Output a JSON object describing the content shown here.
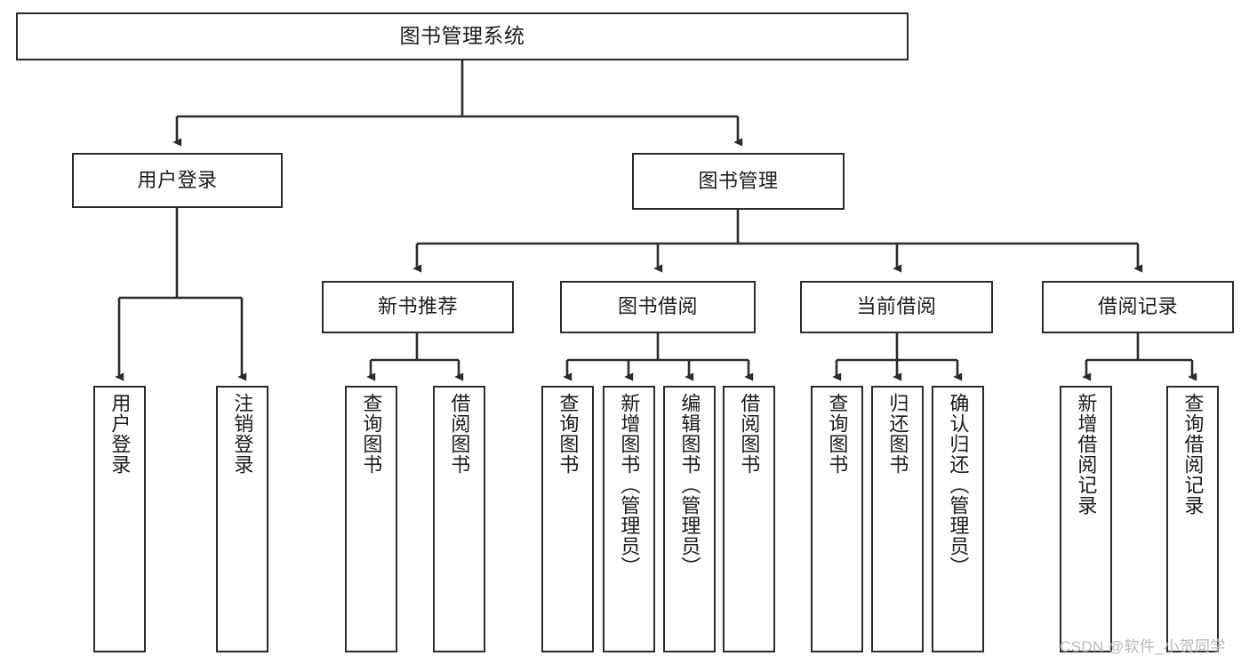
{
  "diagram": {
    "title": "图书管理系统",
    "type": "tree-hierarchy-chart",
    "root": {
      "label": "图书管理系统"
    },
    "level2": [
      {
        "label": "用户登录"
      },
      {
        "label": "图书管理"
      }
    ],
    "level3": [
      {
        "label": "新书推荐"
      },
      {
        "label": "图书借阅"
      },
      {
        "label": "当前借阅"
      },
      {
        "label": "借阅记录"
      }
    ],
    "leaves": {
      "user_login": [
        {
          "label": "用户登录"
        },
        {
          "label": "注销登录"
        }
      ],
      "new_book_recommend": [
        {
          "label": "查询图书"
        },
        {
          "label": "借阅图书"
        }
      ],
      "book_borrow": [
        {
          "label": "查询图书"
        },
        {
          "label": "新增图书（管理员）"
        },
        {
          "label": "编辑图书（管理员）"
        },
        {
          "label": "借阅图书"
        }
      ],
      "current_borrow": [
        {
          "label": "查询图书"
        },
        {
          "label": "归还图书"
        },
        {
          "label": "确认归还（管理员）"
        }
      ],
      "borrow_records": [
        {
          "label": "新增借阅记录"
        },
        {
          "label": "查询借阅记录"
        }
      ]
    }
  },
  "watermark": {
    "text": "CSDN @软件_小贺同学"
  },
  "colors": {
    "stroke": "#2b2b2b",
    "fill": "#ffffff",
    "text": "#1c1c1c",
    "watermark": "#b9b9b9"
  }
}
